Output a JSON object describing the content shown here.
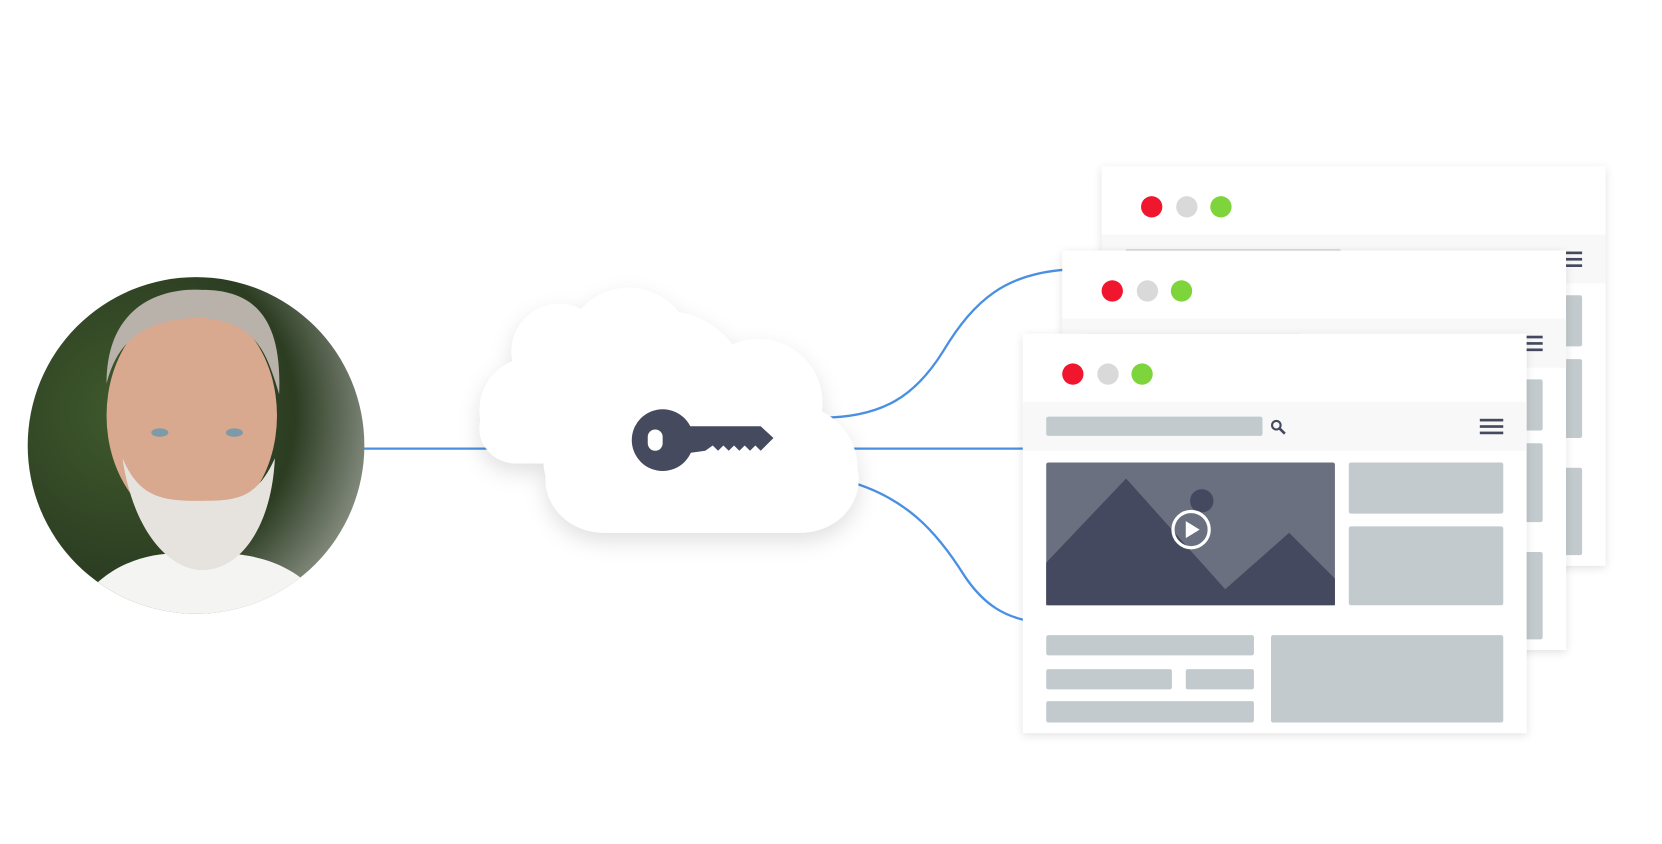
{
  "diagram": {
    "nodes": [
      "user-photo",
      "cloud-key-service",
      "browser-window-1",
      "browser-window-2",
      "browser-window-3"
    ],
    "colors": {
      "connector": "#4a90e2",
      "key": "#454a5e",
      "dot_red": "#f0192f",
      "dot_gray": "#d9d9d9",
      "dot_green": "#7ed43a",
      "placeholder": "#c2cacd",
      "video_bg": "#6b7080",
      "video_fg": "#454a5e",
      "toolbar": "#f8f8f8"
    }
  }
}
